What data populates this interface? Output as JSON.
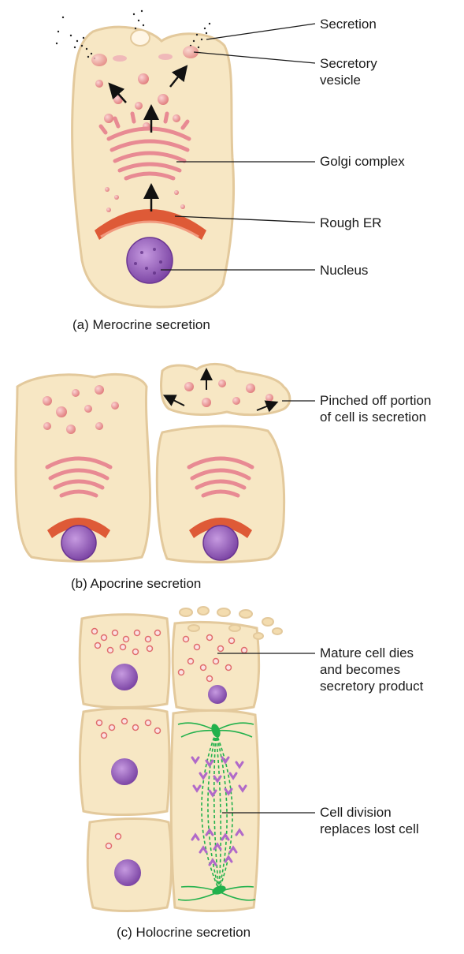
{
  "colors": {
    "cytoplasm": "#f7e7c4",
    "cell_outline": "#e3c99c",
    "vesicle": "#ec8a8a",
    "golgi": "#e88a93",
    "rough_er": "#de5a37",
    "nucleus": "#8d58b4",
    "spindle": "#22b14c",
    "chromosome": "#b169c9",
    "leader_line": "#1a1a1a"
  },
  "panel_a": {
    "caption": "(a) Merocrine secretion",
    "labels": {
      "secretion": "Secretion",
      "vesicle_1": "Secretory",
      "vesicle_2": "vesicle",
      "golgi": "Golgi complex",
      "rough_er": "Rough ER",
      "nucleus": "Nucleus"
    }
  },
  "panel_b": {
    "caption": "(b) Apocrine secretion",
    "labels": {
      "pinched_1": "Pinched off portion",
      "pinched_2": "of cell is secretion"
    }
  },
  "panel_c": {
    "caption": "(c) Holocrine secretion",
    "labels": {
      "mature_1": "Mature cell dies",
      "mature_2": "and becomes",
      "mature_3": "secretory product",
      "division_1": "Cell division",
      "division_2": "replaces lost cell"
    }
  }
}
